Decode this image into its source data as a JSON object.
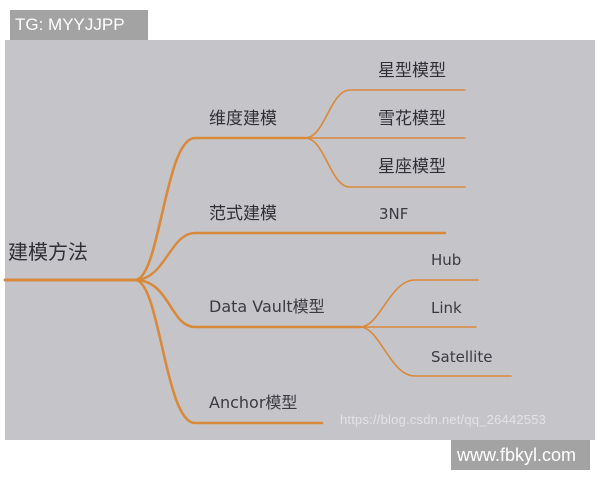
{
  "watermarks": {
    "top_left": "TG: MYYJJPP",
    "bottom_right": "www.fbkyl.com",
    "source_url": "https://blog.csdn.net/qq_26442553"
  },
  "colors": {
    "background": "#c5c4c9",
    "branch": "#d9893a",
    "text": "#2f3036"
  },
  "mindmap": {
    "root": "建模方法",
    "branches": [
      {
        "label": "维度建模",
        "children": [
          "星型模型",
          "雪花模型",
          "星座模型"
        ]
      },
      {
        "label": "范式建模",
        "children": [
          "3NF"
        ]
      },
      {
        "label": "Data Vault模型",
        "children": [
          "Hub",
          "Link",
          "Satellite"
        ]
      },
      {
        "label": "Anchor模型",
        "children": []
      }
    ]
  }
}
